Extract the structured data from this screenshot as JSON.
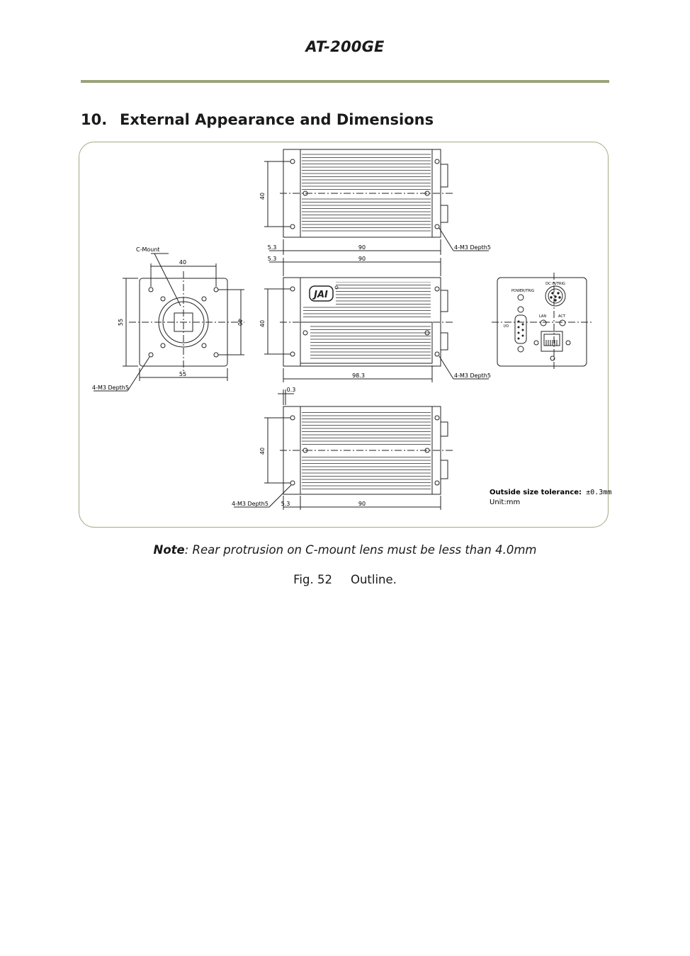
{
  "header": {
    "title": "AT-200GE"
  },
  "section": {
    "number": "10.",
    "title": "External Appearance and Dimensions"
  },
  "drawing": {
    "labels": {
      "c_mount": "C-Mount",
      "dim_40": "40",
      "dim_55": "55",
      "dim_90": "90",
      "dim_53": "5.3",
      "dim_983": "98.3",
      "dim_03": "0.3",
      "screw_note": "4-M3 Depth5",
      "dc_in": "DC IN/TRIG",
      "power_trig": "POWER/TRIG",
      "lan": "LAN",
      "act": "ACT",
      "io": "I/O"
    },
    "tolerance_label": "Outside size tolerance:",
    "tolerance_value": "±0.3mm",
    "unit": "Unit:mm"
  },
  "note": {
    "label": "Note",
    "text": ": Rear protrusion on C-mount lens must be less than 4.0mm"
  },
  "caption": {
    "fig": "Fig. 52",
    "title": "Outline."
  },
  "colors": {
    "rule": "#9aa27a",
    "frame": "#a3a982",
    "line": "#222222"
  }
}
